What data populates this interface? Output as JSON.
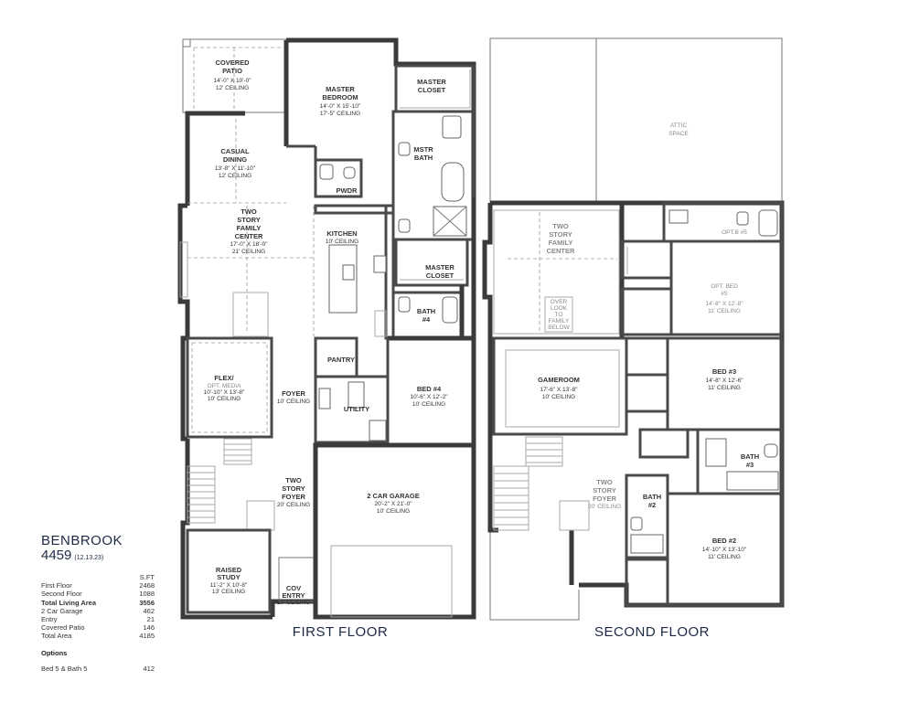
{
  "plan": {
    "name": "BENBROOK",
    "number": "4459",
    "date": "(12.13.23)"
  },
  "floors": {
    "first": "FIRST FLOOR",
    "second": "SECOND FLOOR"
  },
  "areas": {
    "header": "S.FT",
    "rows": [
      {
        "label": "First Floor",
        "value": "2468",
        "bold": false
      },
      {
        "label": "Second Floor",
        "value": "1088",
        "bold": false
      },
      {
        "label": "Total Living Area",
        "value": "3556",
        "bold": true
      },
      {
        "label": "2 Car Garage",
        "value": "462",
        "bold": false
      },
      {
        "label": "Entry",
        "value": "21",
        "bold": false
      },
      {
        "label": "Covered Patio",
        "value": "146",
        "bold": false
      },
      {
        "label": "Total Area",
        "value": "4185",
        "bold": false
      }
    ],
    "options_title": "Options",
    "options": [
      {
        "label": "Bed 5 & Bath 5",
        "value": "412"
      }
    ]
  },
  "first_floor_rooms": {
    "covered_patio": {
      "l1": "COVERED",
      "l2": "PATIO",
      "d1": "14'-0\" X 10'-0\"",
      "d2": "12' CEILING"
    },
    "master_bedroom": {
      "l1": "MASTER",
      "l2": "BEDROOM",
      "d1": "14'-0\" X 15'-10\"",
      "d2": "17'-5\" CEILING"
    },
    "master_closet_top": {
      "l1": "MASTER",
      "l2": "CLOSET"
    },
    "mstr_bath": {
      "l1": "MSTR",
      "l2": "BATH"
    },
    "casual_dining": {
      "l1": "CASUAL",
      "l2": "DINING",
      "d1": "13'-8\" X 11'-10\"",
      "d2": "12' CEILING"
    },
    "pwdr": {
      "l1": "PWDR"
    },
    "family_center": {
      "l1": "TWO",
      "l2": "STORY",
      "l3": "FAMILY",
      "l4": "CENTER",
      "d1": "17'-0\" X 18'-0\"",
      "d2": "21' CEILING"
    },
    "kitchen": {
      "l1": "KITCHEN",
      "d1": "10' CEILING"
    },
    "master_closet_bottom": {
      "l1": "MASTER",
      "l2": "CLOSET"
    },
    "bath4": {
      "l1": "BATH",
      "l2": "#4"
    },
    "pantry": {
      "l1": "PANTRY"
    },
    "flex": {
      "l1": "FLEX/",
      "l2": "OPT. MEDIA",
      "d1": "10'-10\" X 13'-8\"",
      "d2": "10' CEILING"
    },
    "foyer": {
      "l1": "FOYER",
      "d1": "10' CEILING"
    },
    "utility": {
      "l1": "UTILITY"
    },
    "bed4": {
      "l1": "BED #4",
      "d1": "10'-6\" X 12'-2\"",
      "d2": "10' CEILING"
    },
    "two_story_foyer": {
      "l1": "TWO",
      "l2": "STORY",
      "l3": "FOYER",
      "d1": "20' CEILING"
    },
    "garage": {
      "l1": "2 CAR GARAGE",
      "d1": "20'-2\" X 21'-0\"",
      "d2": "10' CEILING"
    },
    "raised_study": {
      "l1": "RAISED",
      "l2": "STUDY",
      "d1": "11'-2\" X 10'-8\"",
      "d2": "13' CEILING"
    },
    "cov_entry": {
      "l1": "COV",
      "l2": "ENTRY",
      "d1": "10' CEILING"
    }
  },
  "second_floor_rooms": {
    "attic_space": {
      "l1": "ATTIC",
      "l2": "SPACE"
    },
    "family_below": {
      "l1": "TWO",
      "l2": "STORY",
      "l3": "FAMILY",
      "l4": "CENTER"
    },
    "overlook": {
      "l1": "OVER",
      "l2": "LOOK",
      "l3": "TO",
      "l4": "FAMILY",
      "l5": "BELOW"
    },
    "opt_b5": {
      "l1": "OPT.B #5"
    },
    "opt_bed5": {
      "l1": "OPT. BED",
      "l2": "#5",
      "d1": "14'-8\" X 12'-8\"",
      "d2": "11' CEILING"
    },
    "gameroom": {
      "l1": "GAMEROOM",
      "d1": "17'-6\" X 13'-8\"",
      "d2": "10' CEILING"
    },
    "bed3": {
      "l1": "BED #3",
      "d1": "14'-8\" X 12'-6\"",
      "d2": "11' CEILING"
    },
    "bath3": {
      "l1": "BATH",
      "l2": "#3"
    },
    "foyer_below": {
      "l1": "TWO",
      "l2": "STORY",
      "l3": "FOYER",
      "d1": "20' CEILING"
    },
    "bath2": {
      "l1": "BATH",
      "l2": "#2"
    },
    "bed2": {
      "l1": "BED #2",
      "d1": "14'-10\" X 13'-10\"",
      "d2": "11' CEILING"
    }
  }
}
